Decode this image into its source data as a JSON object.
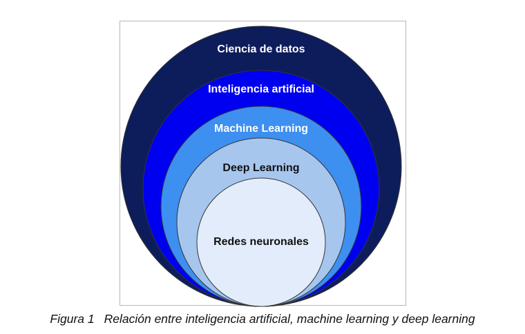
{
  "diagram": {
    "layers": [
      {
        "label": "Ciencia de datos",
        "fill": "#0d1d5c",
        "text_color": "#ffffff"
      },
      {
        "label": "Inteligencia artificial",
        "fill": "#0000f0",
        "text_color": "#ffffff"
      },
      {
        "label": "Machine Learning",
        "fill": "#3d8ff0",
        "text_color": "#ffffff"
      },
      {
        "label": "Deep Learning",
        "fill": "#a6c6ee",
        "text_color": "#111111"
      },
      {
        "label": "Redes neuronales",
        "fill": "#e2ecfa",
        "text_color": "#111111"
      }
    ],
    "outline_color": "#333333"
  },
  "caption": {
    "number": "Figura 1",
    "text": "Relación entre inteligencia artificial, machine learning y deep learning"
  }
}
